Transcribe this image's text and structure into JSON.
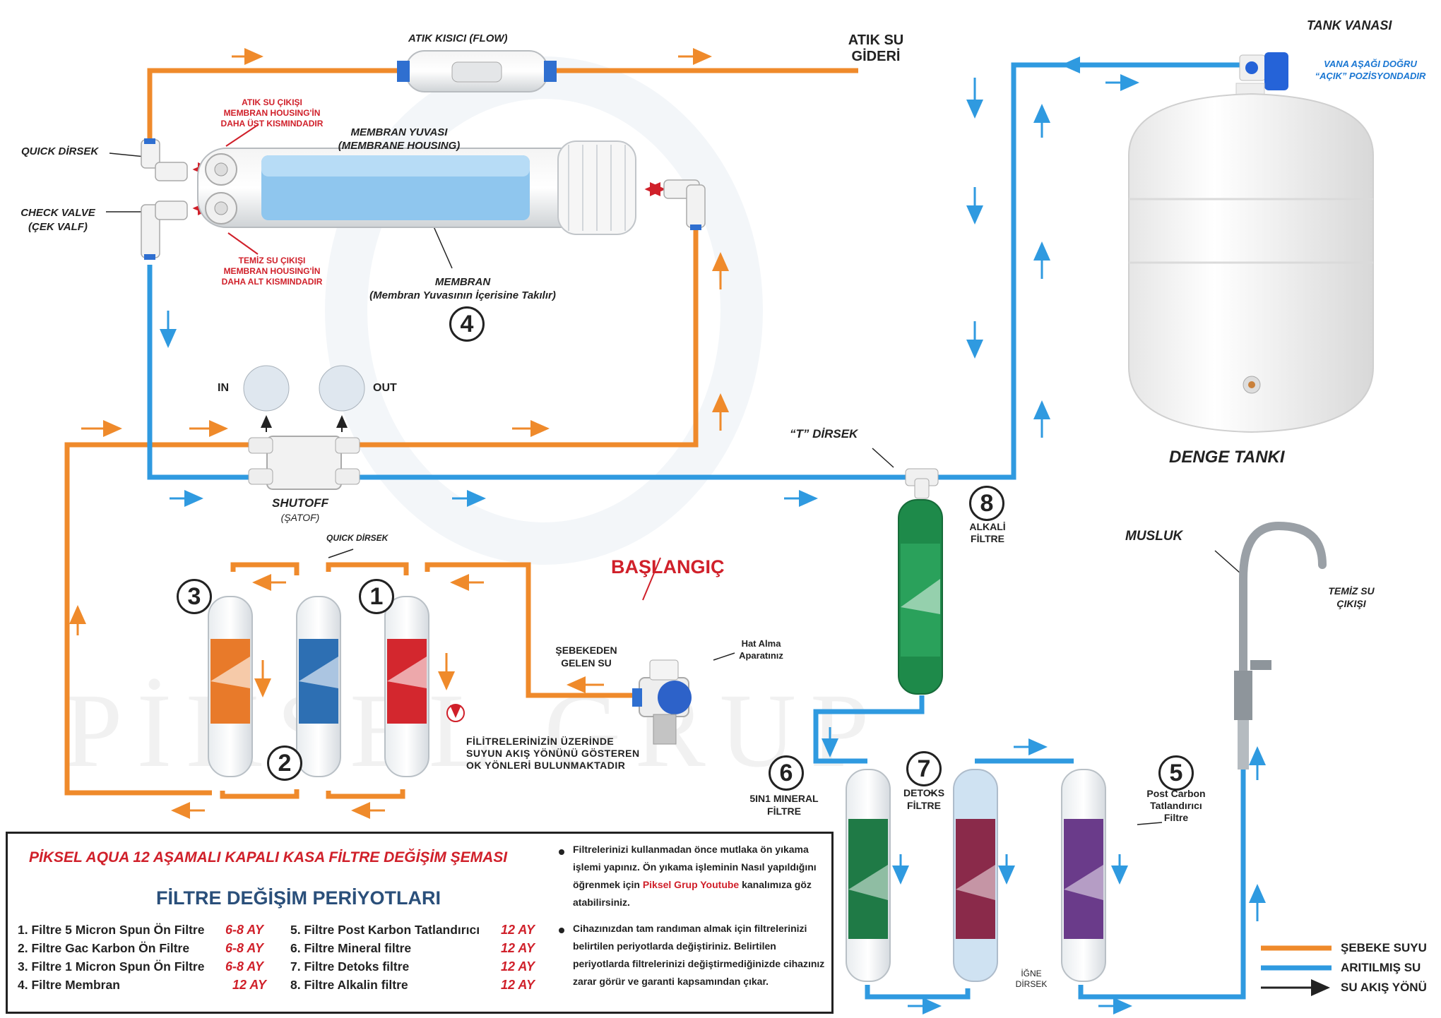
{
  "colors": {
    "network_water": "#ef8a2b",
    "purified_water": "#2f9ae0",
    "flow_arrow": "#222222",
    "accent_red": "#d0202a"
  },
  "labels": {
    "atik_kisici": "ATIK KISICI (FLOW)",
    "atik_su_1": "ATIK SU",
    "atik_su_2": "GİDERİ",
    "tank_vanasi": "TANK VANASI",
    "vana_1": "VANA AŞAĞI DOĞRU",
    "vana_2": "“AÇIK” POZİSYONDADIR",
    "quick_dirsek_top": "QUICK DİRSEK",
    "check_valve_1": "CHECK VALVE",
    "check_valve_2": "(ÇEK VALF)",
    "atik_cikis_1": "ATIK SU ÇIKIŞI",
    "atik_cikis_2": "MEMBRAN HOUSING'İN",
    "atik_cikis_3": "DAHA ÜST KISMINDADIR",
    "temiz_cikis_1": "TEMİZ SU ÇIKIŞI",
    "temiz_cikis_2": "MEMBRAN HOUSING'İN",
    "temiz_cikis_3": "DAHA ALT KISMINDADIR",
    "membran_yuvasi_1": "MEMBRAN YUVASI",
    "membran_yuvasi_2": "(MEMBRANE HOUSING)",
    "membran_1": "MEMBRAN",
    "membran_2": "(Membran Yuvasının İçerisine Takılır)",
    "num_4": "4",
    "in": "IN",
    "out": "OUT",
    "shutoff_1": "SHUTOFF",
    "shutoff_2": "(ŞATOF)",
    "t_dirsek": "“T” DİRSEK",
    "denge_tanki": "DENGE TANKI",
    "num_8": "8",
    "alkali_1": "ALKALİ",
    "alkali_2": "FİLTRE",
    "musluk": "MUSLUK",
    "temiz_su_1": "TEMİZ SU",
    "temiz_su_2": "ÇIKIŞI",
    "quick_dirsek_mid": "QUICK DİRSEK",
    "num_3": "3",
    "num_1": "1",
    "num_2": "2",
    "baslangic": "BAŞLANGIÇ",
    "sebekeden_1": "ŞEBEKEDEN",
    "sebekeden_2": "GELEN SU",
    "hat_alma_1": "Hat Alma",
    "hat_alma_2": "Aparatınız",
    "filitre_note_1": "FİLİTRELERİNİZİN ÜZERİNDE",
    "filitre_note_2": "SUYUN AKIŞ YÖNÜNÜ GÖSTEREN",
    "filitre_note_3": "OK YÖNLERİ BULUNMAKTADIR",
    "num_6": "6",
    "mineral_1": "5IN1 MINERAL",
    "mineral_2": "FİLTRE",
    "num_7": "7",
    "detoks_1": "DETOKS",
    "detoks_2": "FİLTRE",
    "num_5": "5",
    "post_1": "Post Carbon",
    "post_2": "Tatlandırıcı",
    "post_3": "Filtre",
    "igne_1": "İĞNE",
    "igne_2": "DİRSEK",
    "watermark": "PİKSEL GRUP"
  },
  "panel": {
    "title": "PİKSEL AQUA 12 AŞAMALI KAPALI KASA FİLTRE DEĞİŞİM ŞEMASI",
    "subtitle": "FİLTRE DEĞİŞİM PERİYOTLARI",
    "left_rows": [
      {
        "name": "1. Filtre 5 Micron Spun Ön Filtre",
        "period": "6-8 AY"
      },
      {
        "name": "2. Filtre Gac Karbon Ön Filtre",
        "period": "6-8 AY"
      },
      {
        "name": "3. Filtre 1 Micron Spun Ön Filtre",
        "period": "6-8 AY"
      },
      {
        "name": "4. Filtre Membran",
        "period": "12 AY"
      }
    ],
    "right_rows": [
      {
        "name": "5. Filtre Post Karbon Tatlandırıcı",
        "period": "12 AY"
      },
      {
        "name": "6. Filtre Mineral filtre",
        "period": "12 AY"
      },
      {
        "name": "7. Filtre Detoks filtre",
        "period": "12 AY"
      },
      {
        "name": "8. Filtre Alkalin filtre",
        "period": "12 AY"
      }
    ],
    "note1_a": "Filtrelerinizi kullanmadan önce mutlaka ön yıkama işlemi yapınız. Ön yıkama işleminin Nasıl yapıldığını öğrenmek için ",
    "note1_hl": "Piksel Grup Youtube",
    "note1_b": " kanalımıza göz atabilirsiniz.",
    "note2": "Cihazınızdan tam randıman almak için filtrelerinizi belirtilen periyotlarda değiştiriniz. Belirtilen periyotlarda filtrelerinizi değiştirmediğinizde cihazınız zarar görür ve garanti kapsamından çıkar."
  },
  "legend": [
    {
      "label": "ŞEBEKE SUYU",
      "color": "#ef8a2b"
    },
    {
      "label": "ARITILMIŞ SU",
      "color": "#2f9ae0"
    },
    {
      "label": "SU AKIŞ YÖNÜ",
      "color": "#222222"
    }
  ]
}
